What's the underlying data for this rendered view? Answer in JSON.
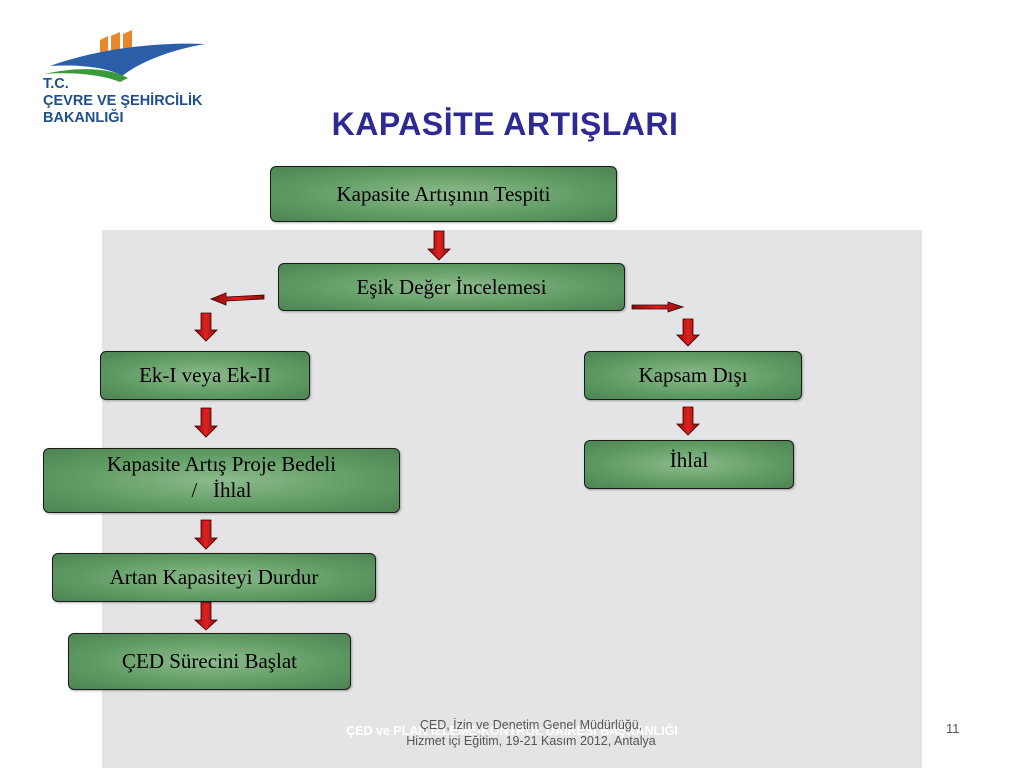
{
  "logo": {
    "line1": "T.C.",
    "line2": "ÇEVRE VE ŞEHİRCİLİK",
    "line3": "BAKANLIĞI",
    "colors": {
      "bars": "#e8872a",
      "swoosh_blue": "#2a5fa8",
      "swoosh_green": "#3a9a3a",
      "text": "#1e4f8f"
    }
  },
  "title": "KAPASİTE ARTIŞLARI",
  "diagram": {
    "nodes": {
      "tespit": "Kapasite Artışının Tespiti",
      "esik": "Eşik Değer İncelemesi",
      "ek": "Ek-I veya Ek-II",
      "kapsam_disi": "Kapsam Dışı",
      "proje_bedeli": "Kapasite Artış Proje Bedeli\n/   İhlal",
      "ihlal": "İhlal",
      "durdur": "Artan Kapasiteyi Durdur",
      "ced": "ÇED Sürecini Başlat"
    },
    "colors": {
      "box_fill": "#6aa36d",
      "box_border": "#1a1a1a",
      "arrow": "#d01818"
    }
  },
  "footer": {
    "background_text": "ÇED ve PLAN İZLEME-KONTROL DAİRESİ BAŞKANLIĞI",
    "line1": "ÇED, İzin ve Denetim Genel Müdürlüğü,",
    "line2": "Hizmet içi Eğitim, 19-21 Kasım 2012, Antalya",
    "page_number": "11"
  }
}
